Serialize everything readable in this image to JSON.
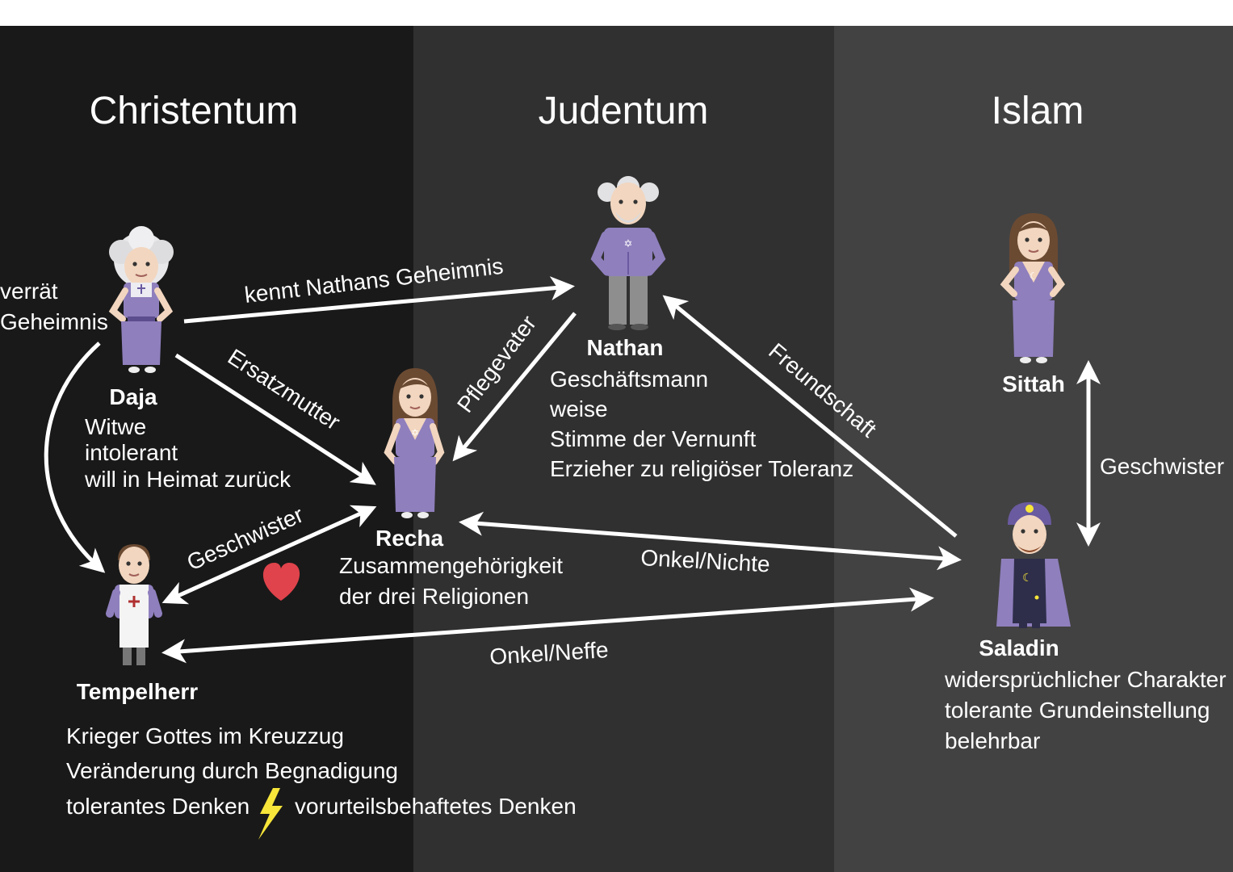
{
  "columns": [
    {
      "title": "Christentum"
    },
    {
      "title": "Judentum"
    },
    {
      "title": "Islam"
    }
  ],
  "characters": {
    "daja": {
      "name": "Daja",
      "traits": [
        "Witwe",
        "intolerant",
        "will in Heimat zurück"
      ]
    },
    "recha": {
      "name": "Recha",
      "traits": [
        "Zusammengehörigkeit",
        "der drei Religionen"
      ]
    },
    "nathan": {
      "name": "Nathan",
      "traits": [
        "Geschäftsmann",
        "weise",
        "Stimme der Vernunft",
        "Erzieher zu religiöser Toleranz"
      ]
    },
    "sittah": {
      "name": "Sittah"
    },
    "saladin": {
      "name": "Saladin",
      "traits": [
        "widersprüchlicher Charakter",
        "tolerante Grundeinstellung",
        "belehrbar"
      ]
    },
    "tempelherr": {
      "name": "Tempelherr",
      "traits": [
        "Krieger Gottes im Kreuzzug",
        "Veränderung durch Begnadigung"
      ],
      "conflict": {
        "left": "tolerantes Denken",
        "right": "vorurteilsbehaftetes Denken"
      }
    }
  },
  "relations": {
    "verraet": [
      "verrät",
      "Geheimnis"
    ],
    "kennt": "kennt Nathans Geheimnis",
    "ersatzmutter": "Ersatzmutter",
    "pflegevater": "Pflegevater",
    "freundschaft": "Freundschaft",
    "geschwister_sittah_saladin": "Geschwister",
    "geschwister_recha_tempelherr": "Geschwister",
    "onkel_nichte": "Onkel/Nichte",
    "onkel_neffe": "Onkel/Neffe"
  },
  "colors": {
    "christentum_bg": "#191919",
    "judentum_bg": "#303030",
    "islam_bg": "#424242",
    "dress": "#8F7FBD",
    "dress_dark": "#6A5AA0",
    "heart": "#E0434B",
    "lightning": "#F7E53A"
  }
}
